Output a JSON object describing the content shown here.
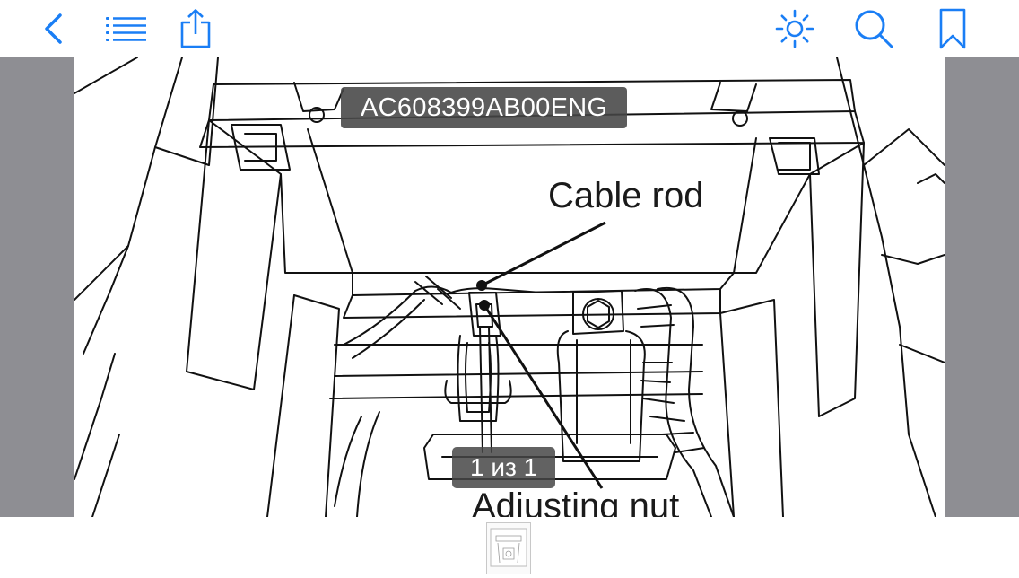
{
  "toolbar": {
    "accent_color": "#1a7ef5",
    "left_icons": [
      "chevron-left-icon",
      "list-icon",
      "share-icon"
    ],
    "right_icons": [
      "brightness-icon",
      "search-icon",
      "bookmark-icon"
    ]
  },
  "document": {
    "label": "AC608399AB00ENG",
    "callouts": {
      "cable_rod": "Cable rod",
      "adjusting_nut": "Adjusting nut"
    },
    "page_indicator": "1 из 1"
  },
  "thumbnails": {
    "count": 1
  }
}
